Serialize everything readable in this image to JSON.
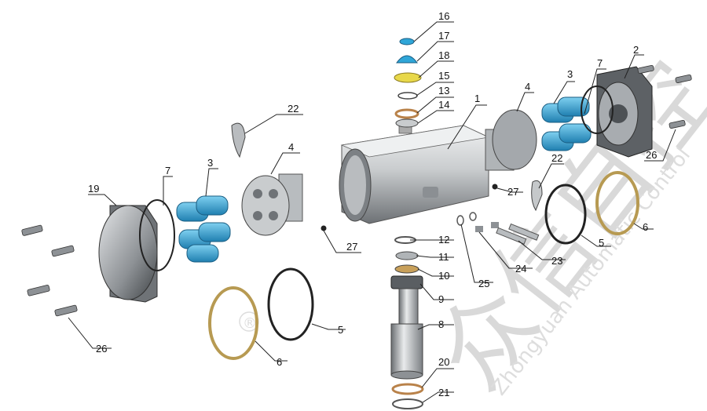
{
  "watermark": {
    "brand_chars": "众信自控",
    "company_text": "Zhongyuan Automatic Control",
    "registered_mark": "®"
  },
  "callouts": [
    {
      "id": "c16",
      "text": "16"
    },
    {
      "id": "c17",
      "text": "17"
    },
    {
      "id": "c18",
      "text": "18"
    },
    {
      "id": "c15",
      "text": "15"
    },
    {
      "id": "c13",
      "text": "13"
    },
    {
      "id": "c14",
      "text": "14"
    },
    {
      "id": "c1",
      "text": "1"
    },
    {
      "id": "c22a",
      "text": "22"
    },
    {
      "id": "c4a",
      "text": "4"
    },
    {
      "id": "c3a",
      "text": "3"
    },
    {
      "id": "c7a",
      "text": "7"
    },
    {
      "id": "c19",
      "text": "19"
    },
    {
      "id": "c27a",
      "text": "27"
    },
    {
      "id": "c12",
      "text": "12"
    },
    {
      "id": "c11",
      "text": "11"
    },
    {
      "id": "c10",
      "text": "10"
    },
    {
      "id": "c9",
      "text": "9"
    },
    {
      "id": "c8",
      "text": "8"
    },
    {
      "id": "c20",
      "text": "20"
    },
    {
      "id": "c21",
      "text": "21"
    },
    {
      "id": "c5a",
      "text": "5"
    },
    {
      "id": "c6a",
      "text": "6"
    },
    {
      "id": "c26a",
      "text": "26"
    },
    {
      "id": "c25",
      "text": "25"
    },
    {
      "id": "c24",
      "text": "24"
    },
    {
      "id": "c23",
      "text": "23"
    },
    {
      "id": "c27b",
      "text": "27"
    },
    {
      "id": "c22b",
      "text": "22"
    },
    {
      "id": "c4b",
      "text": "4"
    },
    {
      "id": "c3b",
      "text": "3"
    },
    {
      "id": "c7b",
      "text": "7"
    },
    {
      "id": "c2",
      "text": "2"
    },
    {
      "id": "c26b",
      "text": "26"
    },
    {
      "id": "c5b",
      "text": "5"
    },
    {
      "id": "c6b",
      "text": "6"
    }
  ],
  "colors": {
    "spring": "#2fa6d8",
    "metal_light": "#d9dbdd",
    "metal_mid": "#a9adb1",
    "metal_dark": "#55595d",
    "indicator_yellow": "#e8d84a",
    "brass": "#c8a05a",
    "line": "#333333"
  }
}
